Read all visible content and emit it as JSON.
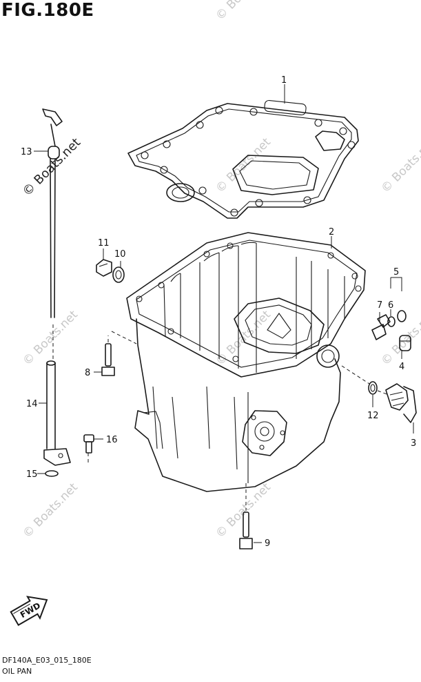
{
  "figure": {
    "title": "FIG.180E",
    "model_code": "DF140A_E03_015_180E",
    "section_name": "OIL PAN"
  },
  "watermark": {
    "text": "© Boats.net"
  },
  "direction_marker": {
    "label": "FWD"
  },
  "callouts": [
    {
      "number": "1"
    },
    {
      "number": "2"
    },
    {
      "number": "3"
    },
    {
      "number": "4"
    },
    {
      "number": "5"
    },
    {
      "number": "6"
    },
    {
      "number": "7"
    },
    {
      "number": "8"
    },
    {
      "number": "9"
    },
    {
      "number": "10"
    },
    {
      "number": "11"
    },
    {
      "number": "12"
    },
    {
      "number": "13"
    },
    {
      "number": "14"
    },
    {
      "number": "15"
    },
    {
      "number": "16"
    }
  ]
}
